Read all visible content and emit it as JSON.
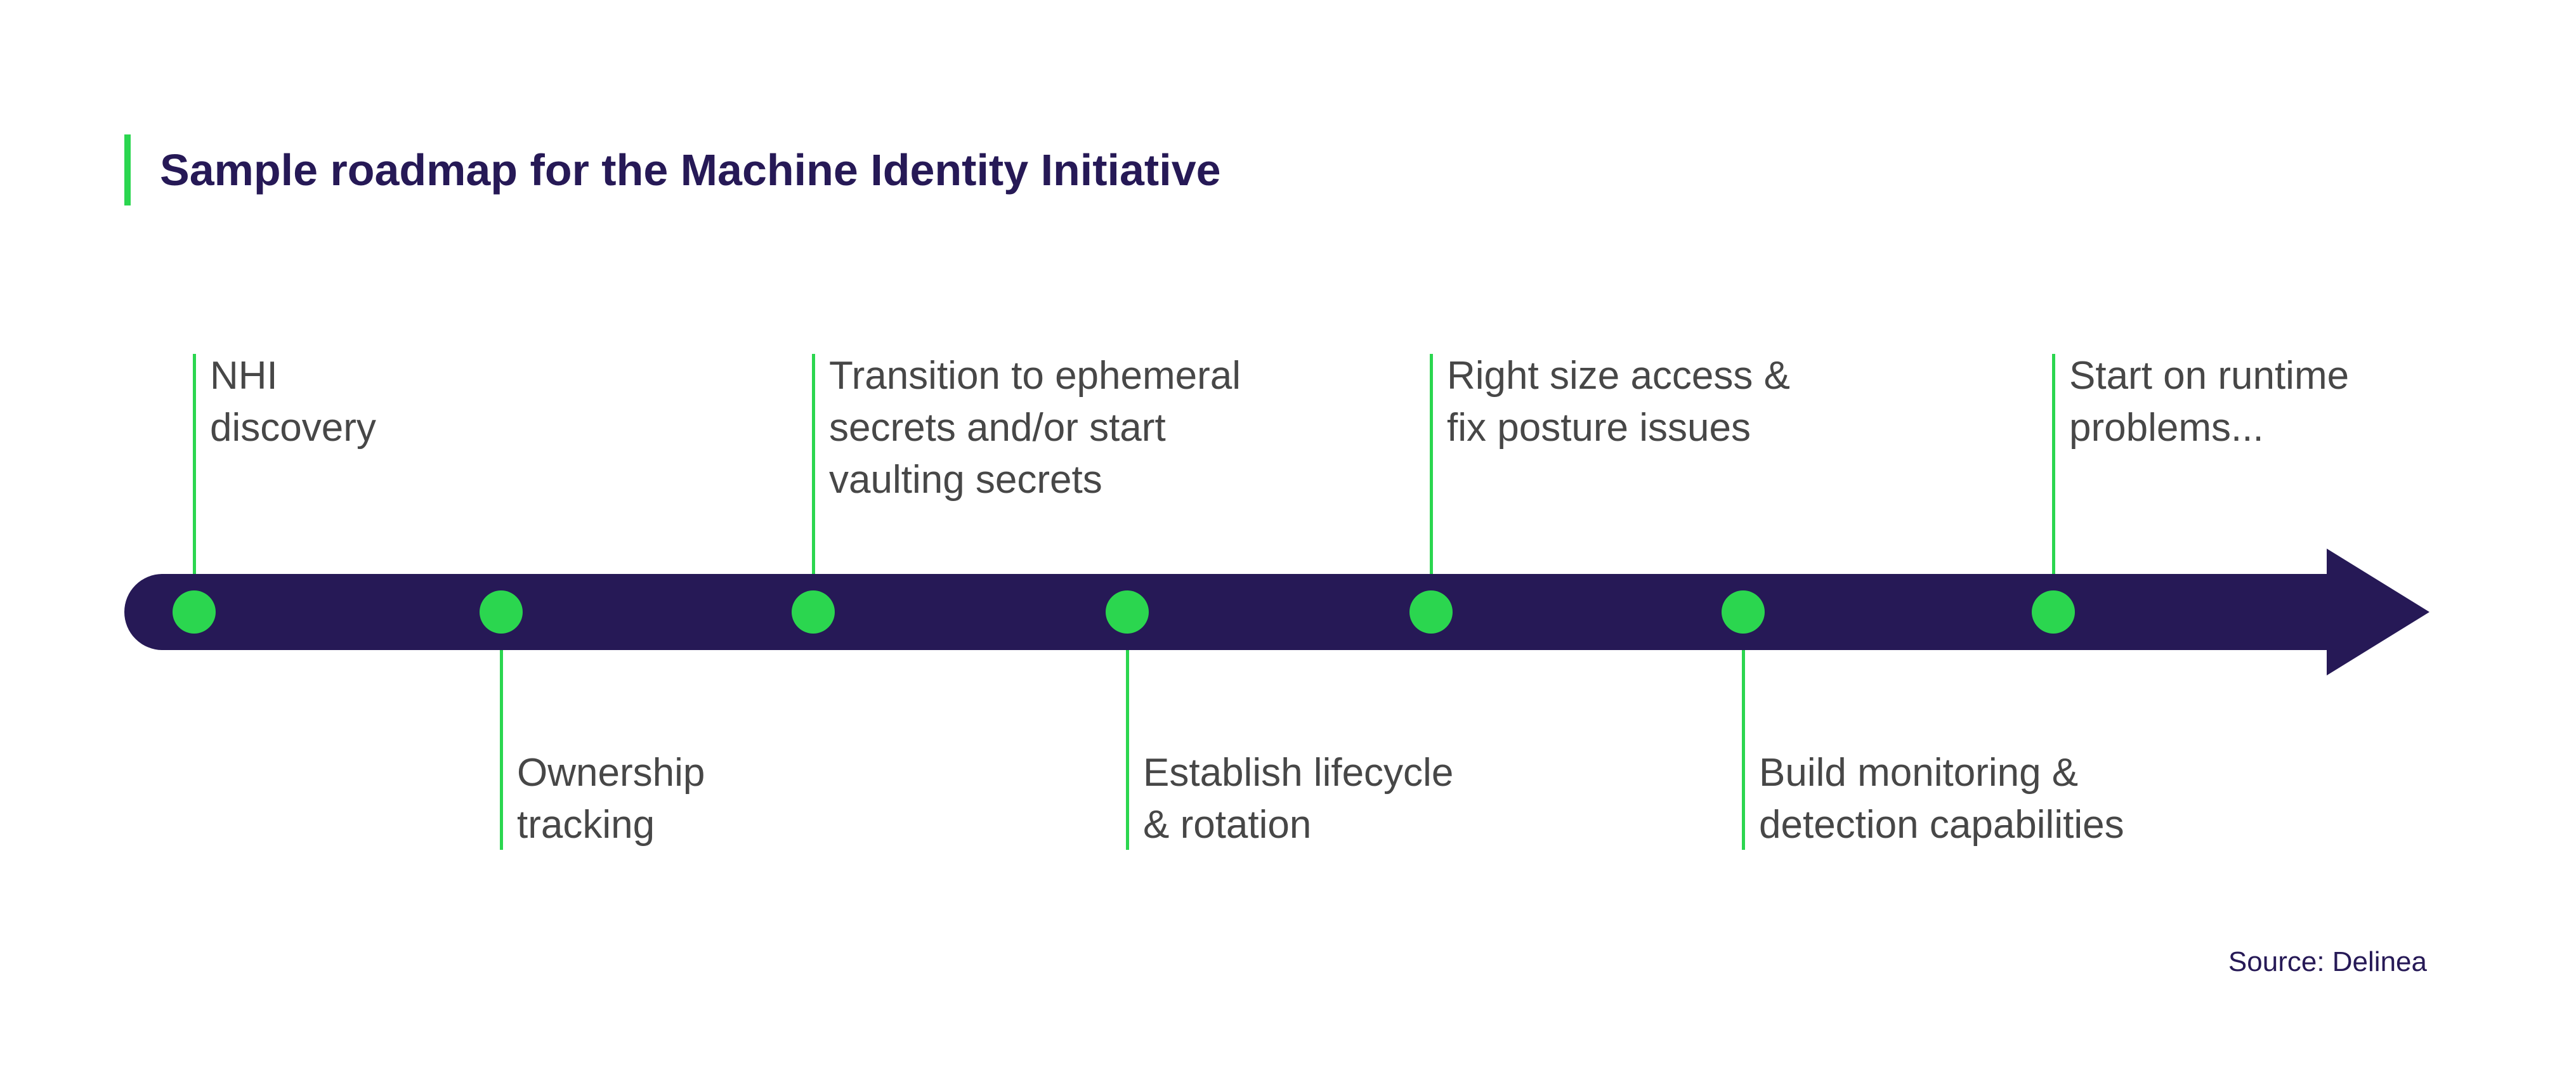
{
  "title": "Sample roadmap for the Machine Identity Initiative",
  "source": "Source: Delinea",
  "colors": {
    "navy": "#261956",
    "green": "#2BD64F",
    "label_gray": "#474747",
    "background": "#ffffff"
  },
  "timeline": {
    "direction": "left-to-right",
    "milestone_count": 7
  },
  "milestones": [
    {
      "label": "NHI\ndiscovery",
      "placement": "above"
    },
    {
      "label": "Ownership\ntracking",
      "placement": "below"
    },
    {
      "label": "Transition to ephemeral\nsecrets and/or start\nvaulting secrets",
      "placement": "above"
    },
    {
      "label": "Establish lifecycle\n& rotation",
      "placement": "below"
    },
    {
      "label": "Right size access &\nfix posture issues",
      "placement": "above"
    },
    {
      "label": "Build monitoring &\ndetection capabilities",
      "placement": "below"
    },
    {
      "label": "Start on runtime\nproblems...",
      "placement": "above"
    }
  ]
}
